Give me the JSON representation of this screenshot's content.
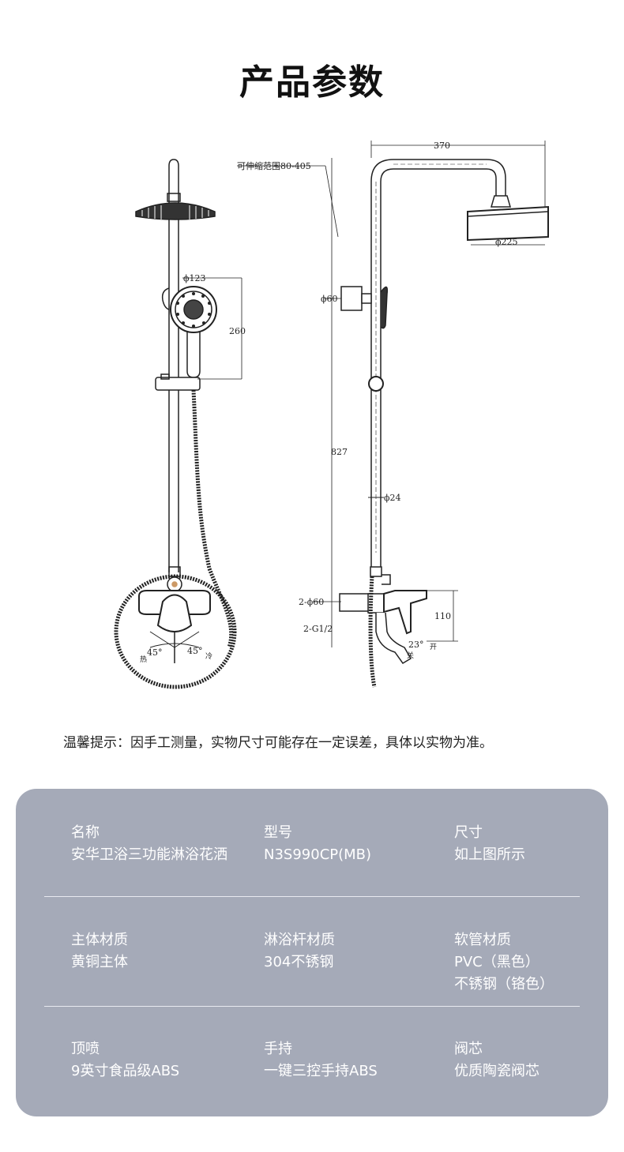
{
  "title": "产品参数",
  "dimensions": {
    "telescopic": "可伸缩范围80-405",
    "width": "370",
    "head_diameter": "ϕ225",
    "handheld_diameter": "ϕ123",
    "handheld_length": "260",
    "holder_diameter": "ϕ60",
    "height": "827",
    "pipe_diameter": "ϕ24",
    "outlet_diameter": "2-ϕ60",
    "thread": "2-G1/2",
    "valve_height": "110",
    "angle_left": "45°",
    "angle_right": "45°",
    "angle_side": "23°",
    "hot": "热",
    "cold": "冷",
    "open": "开",
    "close": "关"
  },
  "notice": "温馨提示：因手工测量，实物尺寸可能存在一定误差，具体以实物为准。",
  "specs": [
    [
      {
        "label": "名称",
        "value": "安华卫浴三功能淋浴花洒"
      },
      {
        "label": "型号",
        "value": "N3S990CP(MB)"
      },
      {
        "label": "尺寸",
        "value": "如上图所示"
      }
    ],
    [
      {
        "label": "主体材质",
        "value": "黄铜主体"
      },
      {
        "label": "淋浴杆材质",
        "value": "304不锈钢"
      },
      {
        "label": "软管材质",
        "value": "PVC（黑色）\n不锈钢（铬色）"
      }
    ],
    [
      {
        "label": "顶喷",
        "value": "9英寸食品级ABS"
      },
      {
        "label": "手持",
        "value": "一键三控手持ABS"
      },
      {
        "label": "阀芯",
        "value": "优质陶瓷阀芯"
      }
    ]
  ]
}
